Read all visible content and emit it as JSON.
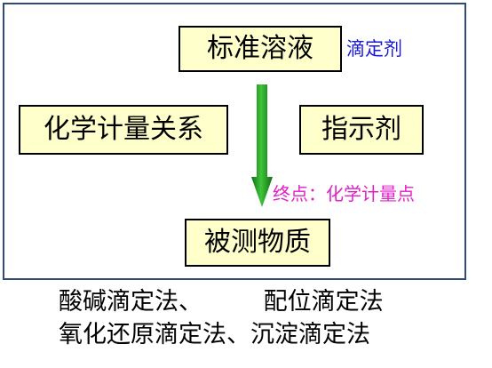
{
  "diagram": {
    "standard_solution": "标准溶液",
    "titrant_label": "滴定剂",
    "stoichiometric_relation": "化学计量关系",
    "indicator": "指示剂",
    "endpoint_label": "终点：化学计量点",
    "analyte": "被测物质"
  },
  "methods": {
    "line1": "酸碱滴定法、        配位滴定法",
    "line2": "氧化还原滴定法、沉淀滴定法"
  },
  "colors": {
    "box_fill": "#ffffcc",
    "titrant_text": "#1a1ad6",
    "endpoint_text": "#e020c8",
    "arrow": "#22a01e"
  }
}
